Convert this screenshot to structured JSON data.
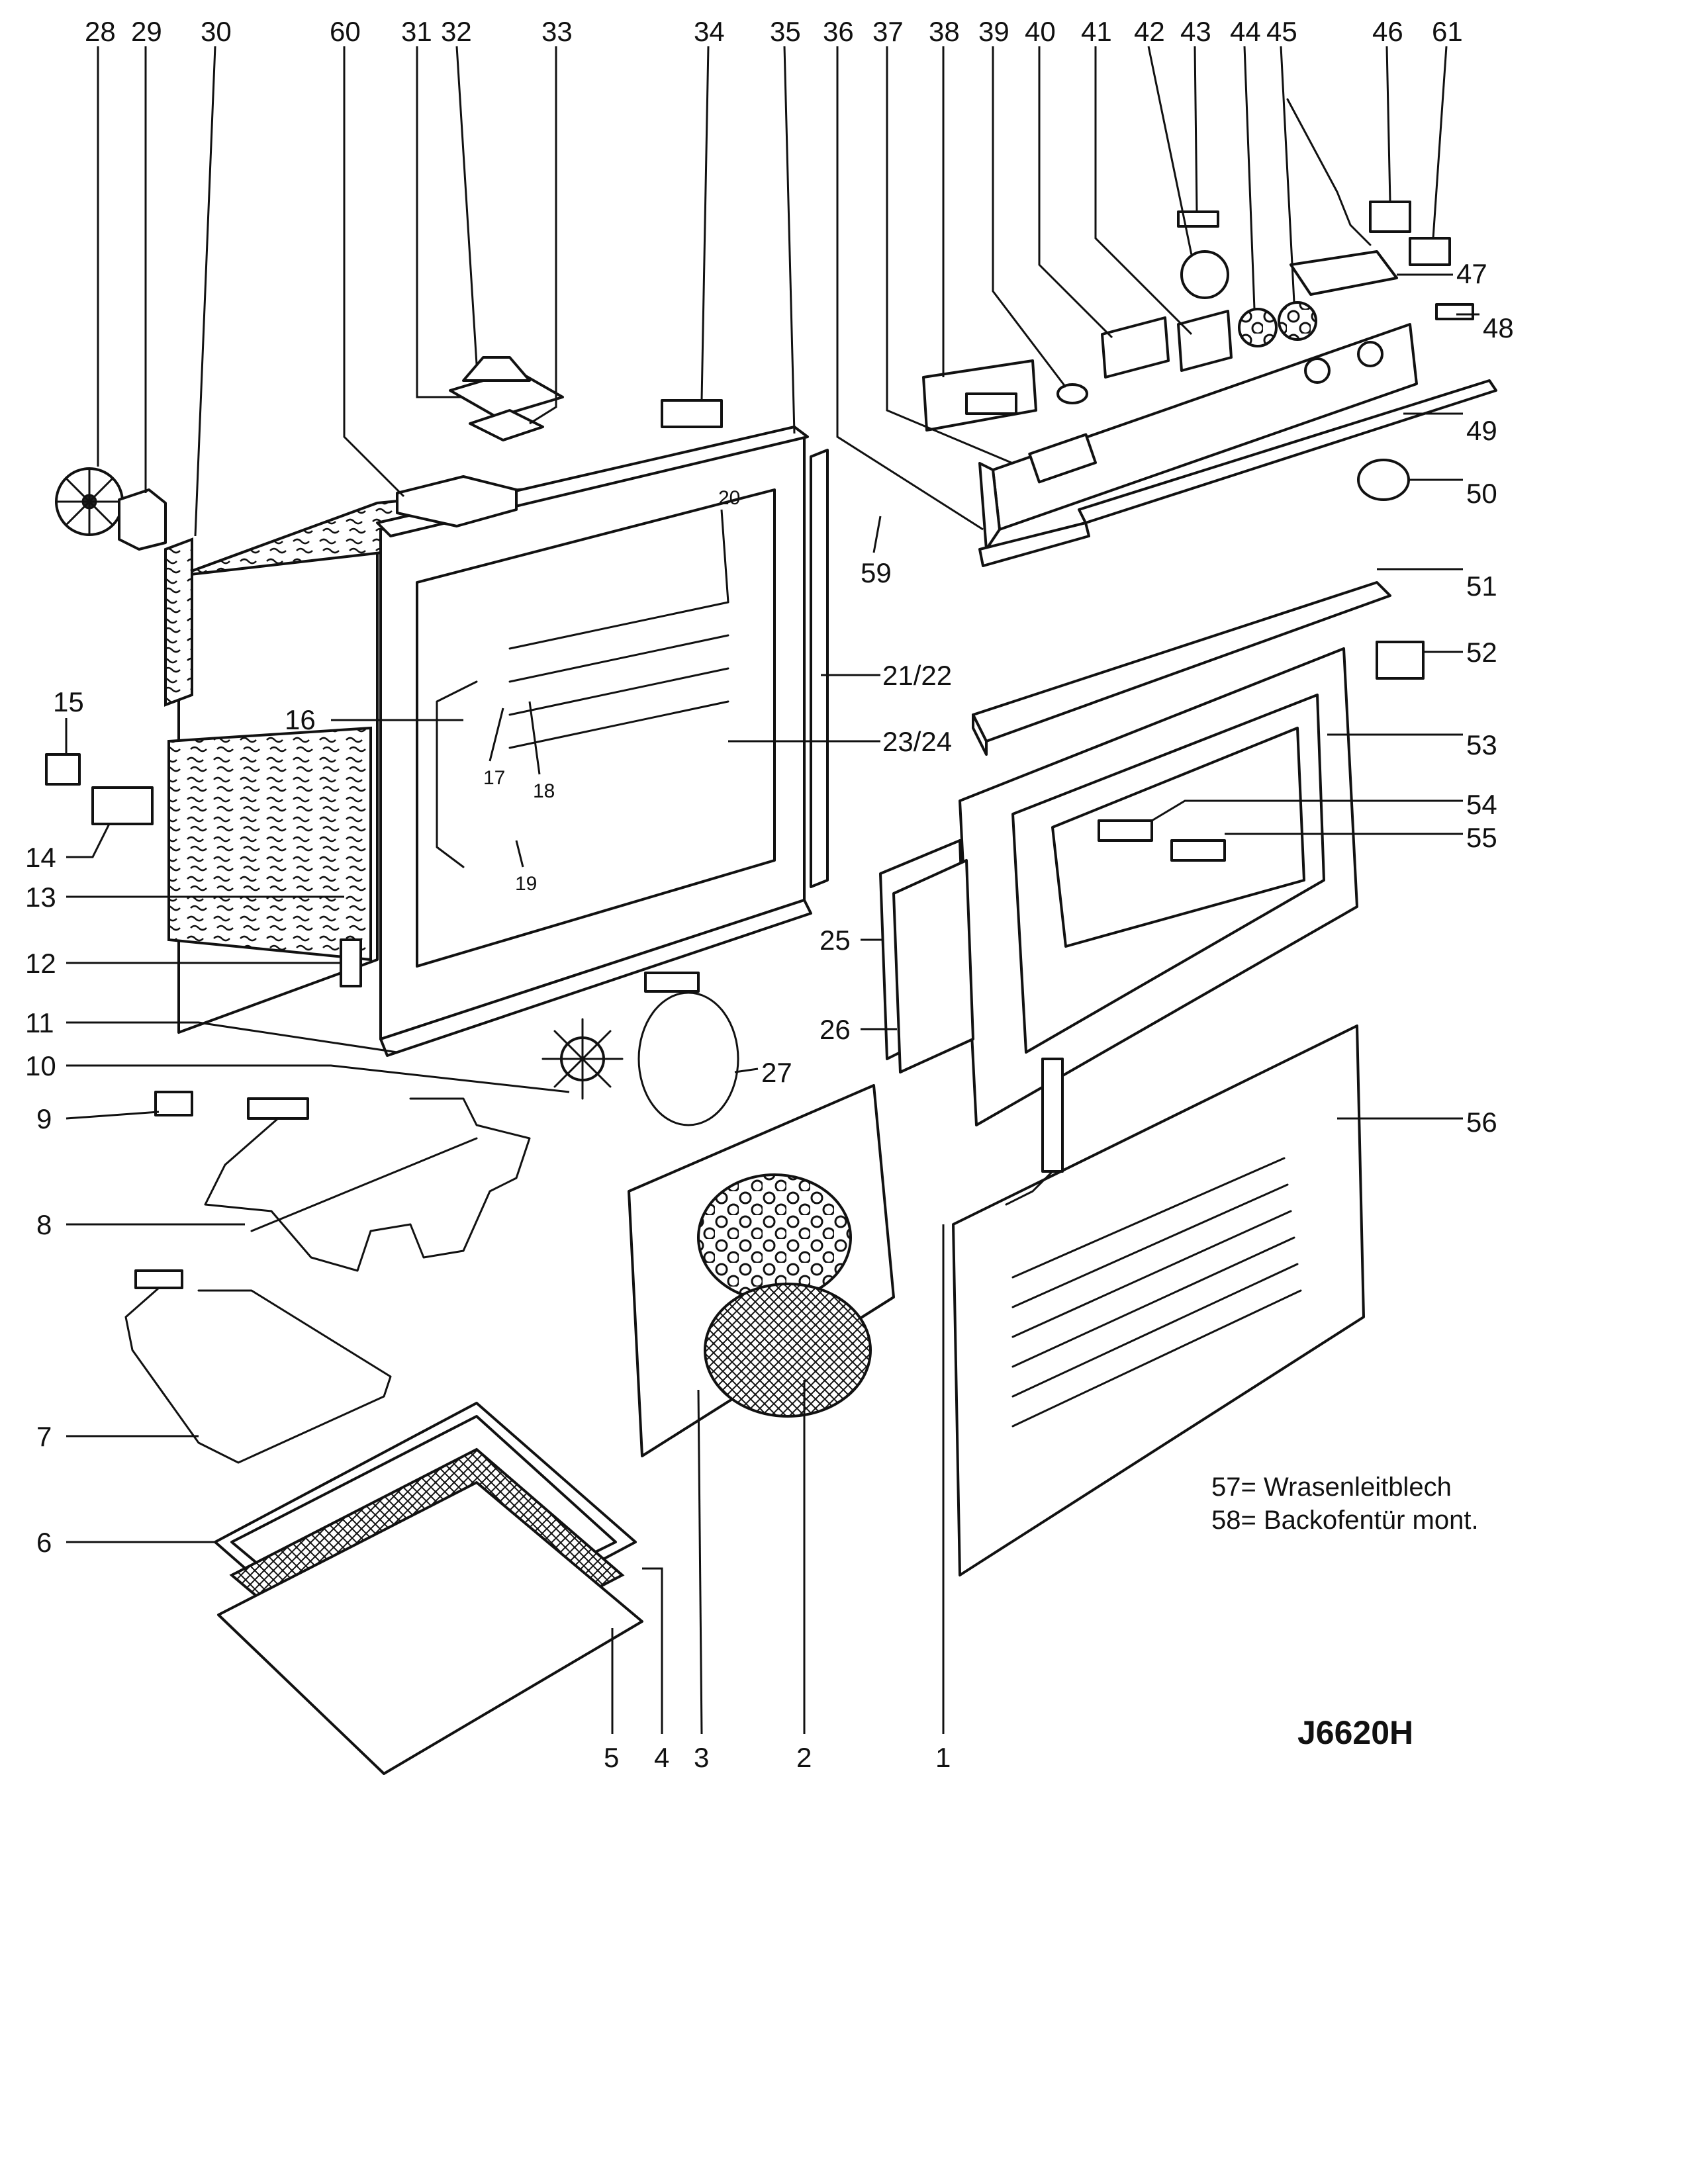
{
  "model_code": "J6620H",
  "legend": [
    "57= Wrasenleitblech",
    "58= Backofentür  mont."
  ],
  "callouts": {
    "c1": "1",
    "c2": "2",
    "c3": "3",
    "c4": "4",
    "c5": "5",
    "c6": "6",
    "c7": "7",
    "c8": "8",
    "c9": "9",
    "c10": "10",
    "c11": "11",
    "c12": "12",
    "c13": "13",
    "c14": "14",
    "c15": "15",
    "c16": "16",
    "c17": "17",
    "c18": "18",
    "c19": "19",
    "c20": "20",
    "c21_22": "21/22",
    "c23_24": "23/24",
    "c25": "25",
    "c26": "26",
    "c27": "27",
    "c28": "28",
    "c29": "29",
    "c30": "30",
    "c31": "31",
    "c32": "32",
    "c33": "33",
    "c34": "34",
    "c35": "35",
    "c36": "36",
    "c37": "37",
    "c38": "38",
    "c39": "39",
    "c40": "40",
    "c41": "41",
    "c42": "42",
    "c43": "43",
    "c44": "44",
    "c45": "45",
    "c46": "46",
    "c47": "47",
    "c48": "48",
    "c49": "49",
    "c50": "50",
    "c51": "51",
    "c52": "52",
    "c53": "53",
    "c54": "54",
    "c55": "55",
    "c56": "56",
    "c59": "59",
    "c60": "60",
    "c61": "61"
  }
}
